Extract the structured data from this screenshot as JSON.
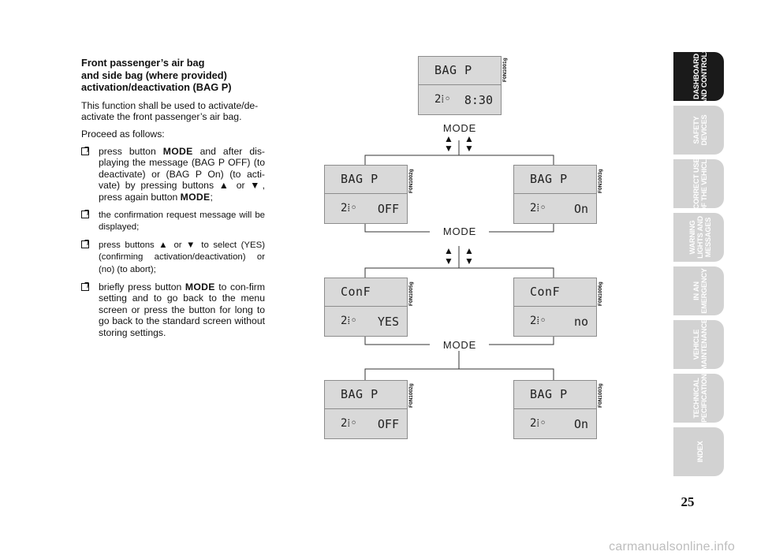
{
  "heading": {
    "lines": [
      "Front passenger’s air bag",
      "and side bag (where provided)",
      "activation/deactivation (BAG P)"
    ]
  },
  "intro": "This function shall be used to activate/de-activate the front passenger’s air bag.",
  "proceed": "Proceed as follows:",
  "steps": [
    {
      "parts": [
        "press button ",
        "MODE",
        " and after dis-playing the message (BAG P OFF) (to deactivate) or (BAG P On) (to acti-vate) by pressing buttons ▲ or ▼, press again button ",
        "MODE",
        ";"
      ]
    },
    {
      "text": "the confirmation request message will be displayed;"
    },
    {
      "text": "press buttons ▲ or ▼ to select (YES) (confirming activation/deactivation) or (no) (to abort);"
    },
    {
      "parts": [
        "briefly press button ",
        "MODE",
        "  to con-firm setting  and to go back to the menu screen or press the button for long to go back to the standard screen without storing settings."
      ]
    }
  ],
  "diagram": {
    "mode_label": "MODE",
    "up_arrow": "▲",
    "down_arrow": "▼",
    "displays": [
      {
        "title": "BAG P",
        "level": "2⁞◦",
        "value": "8:30",
        "code": "F0N1001g"
      },
      {
        "title": "BAG P",
        "level": "2⁞◦",
        "value": "OFF",
        "code": "F0N1002g"
      },
      {
        "title": "BAG P",
        "level": "2⁞◦",
        "value": "On",
        "code": "F0N1003g"
      },
      {
        "title": "ConF",
        "level": "2⁞◦",
        "value": "YES",
        "code": "F0N1005g"
      },
      {
        "title": "ConF",
        "level": "2⁞◦",
        "value": "no",
        "code": "F0N1006g"
      },
      {
        "title": "BAG P",
        "level": "2⁞◦",
        "value": "OFF",
        "code": "F0N1002g"
      },
      {
        "title": "BAG P",
        "level": "2⁞◦",
        "value": "On",
        "code": "F0N1003g"
      }
    ]
  },
  "tabs": [
    {
      "lines": [
        "DASHBOARD",
        "AND CONTROLS"
      ],
      "active": true
    },
    {
      "lines": [
        "SAFETY",
        "DEVICES"
      ]
    },
    {
      "lines": [
        "CORRECT USE",
        "OF THE VEHICLE"
      ]
    },
    {
      "lines": [
        "WARNING",
        "LIGHTS AND",
        "MESSAGES"
      ]
    },
    {
      "lines": [
        "IN AN",
        "EMERGENCY"
      ]
    },
    {
      "lines": [
        "VEHICLE",
        "MAINTENANCE"
      ]
    },
    {
      "lines": [
        "TECHNICAL",
        "SPECIFICATIONS"
      ]
    },
    {
      "lines": [
        "INDEX"
      ]
    }
  ],
  "page_number": "25",
  "watermark": "carmanualsonline.info",
  "colors": {
    "tab_inactive": "#d2d2d2",
    "tab_active": "#1a1a1a",
    "lcd_background": "#d9d9d9"
  }
}
